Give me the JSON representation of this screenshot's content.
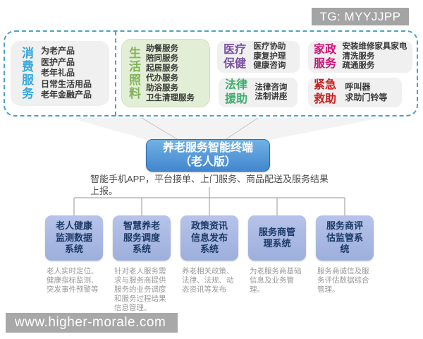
{
  "watermarks": {
    "top": "TG: MYYJJPP",
    "bottom": "www.higher-morale.com"
  },
  "services": [
    {
      "label": "消费服务",
      "color": "#35a8dd",
      "bg": "#f0f0f0",
      "items": [
        "为老产品",
        "医护产品",
        "老年礼品",
        "日常生活用品",
        "老年金融产品"
      ]
    },
    {
      "label": "生活照料",
      "color": "#82b356",
      "bg": "#e3eed6",
      "items": [
        "助餐服务",
        "陪同服务",
        "起居服务",
        "代办服务",
        "助浴服务",
        "卫生清理服务"
      ]
    },
    {
      "label": "医疗保健",
      "color": "#7a4fa3",
      "bg": "#f0f0f0",
      "items": [
        "医疗协助",
        "康复护理",
        "健康咨询"
      ]
    },
    {
      "label": "法律援助",
      "color": "#3fae6a",
      "bg": "#f0f0f0",
      "items": [
        "法律咨询",
        "法制讲座"
      ]
    },
    {
      "label": "家政服务",
      "color": "#d50f77",
      "bg": "#f0f0f0",
      "items": [
        "安装维修家具家电",
        "清洗服务",
        "疏通服务"
      ]
    },
    {
      "label": "紧急救助",
      "color": "#cc1f1f",
      "bg": "#f0f0f0",
      "items": [
        "呼叫器",
        "求助门铃等"
      ]
    }
  ],
  "terminal": {
    "title_line1": "养老服务智能终端",
    "title_line2": "（老人版）"
  },
  "description": "智能手机APP，平台接单、上门服务、商品配送及服务结果上报。",
  "systems": [
    {
      "title": "老人健康监测数据系统",
      "note": "老人实时定位、健康指标监测、突发事件预警等"
    },
    {
      "title": "智慧养老服务调度系统",
      "note": "针对老人服务需求与服务商提供服务的业务调度和服务过程结果信息管理。"
    },
    {
      "title": "政策资讯信息发布系统",
      "note": "养老相关政策、法律、法规、动态资讯等发布"
    },
    {
      "title": "服务商管理系统",
      "note": "为老服务商基础信息及业务管理。"
    },
    {
      "title": "服务商评估监管系统",
      "note": "服务商诚信及服务评估数据综合管理。"
    }
  ],
  "colors": {
    "dashed_border": "#4aa3c8",
    "terminal_blue": "#4287cf",
    "system_box_blue": "#a9b8e3",
    "connector_gray": "#a6a6a6",
    "watermark_gray": "#a8a8a8"
  }
}
